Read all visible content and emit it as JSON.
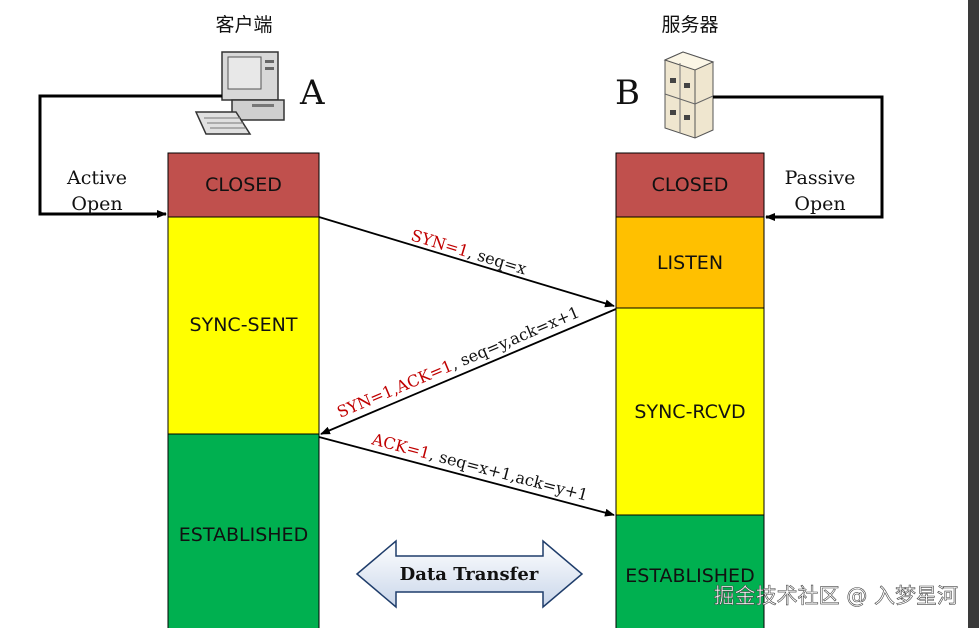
{
  "client": {
    "caption": "客户端",
    "letter": "A"
  },
  "server": {
    "caption": "服务器",
    "letter": "B"
  },
  "client_states": [
    "CLOSED",
    "SYNC-SENT",
    "ESTABLISHED"
  ],
  "server_states": [
    "CLOSED",
    "LISTEN",
    "SYNC-RCVD",
    "ESTABLISHED"
  ],
  "active_open": {
    "line1": "Active",
    "line2": "Open"
  },
  "passive_open": {
    "line1": "Passive",
    "line2": "Open"
  },
  "messages": {
    "syn": {
      "red": "SYN=1",
      "black": ", seq=x"
    },
    "synack": {
      "red": "SYN=1,ACK=1",
      "black": ", seq=y,ack=x+1"
    },
    "ack": {
      "red": "ACK=1",
      "black": ", seq=x+1,ack=y+1"
    }
  },
  "data_transfer": "Data Transfer",
  "watermark": "掘金技术社区 @ 入梦星河",
  "colors": {
    "closed": "#c0504d",
    "sync": "#ffff00",
    "listen": "#ffc000",
    "established": "#00b050",
    "message_red": "#c00000",
    "right_bar": "#3a3a3a"
  }
}
